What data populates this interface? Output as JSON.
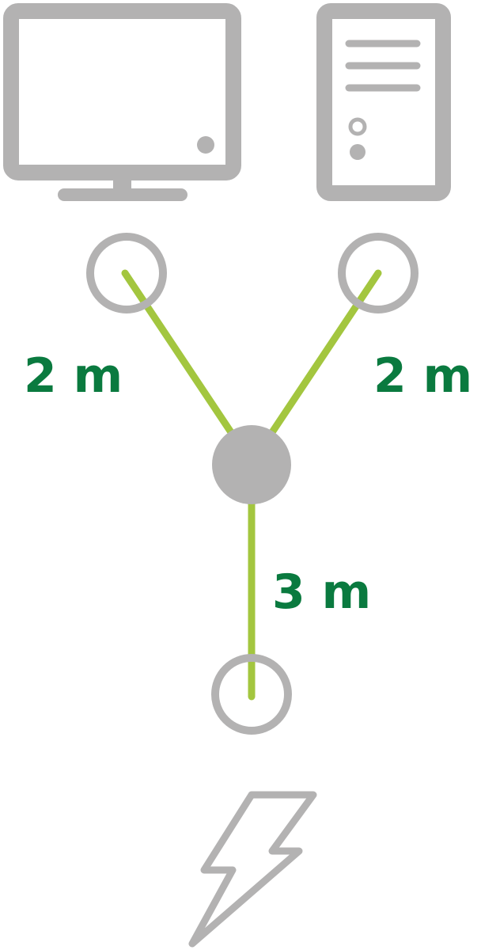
{
  "colors": {
    "icon_gray": "#b3b2b2",
    "cable_green": "#a3c63f",
    "label_green": "#0a7a3f",
    "background": "#ffffff"
  },
  "icons": {
    "monitor": "monitor-icon",
    "pc_tower": "pc-tower-icon",
    "power": "lightning-bolt-icon"
  },
  "cable": {
    "branch_left_length": "2 m",
    "branch_right_length": "2 m",
    "trunk_length": "3 m"
  }
}
